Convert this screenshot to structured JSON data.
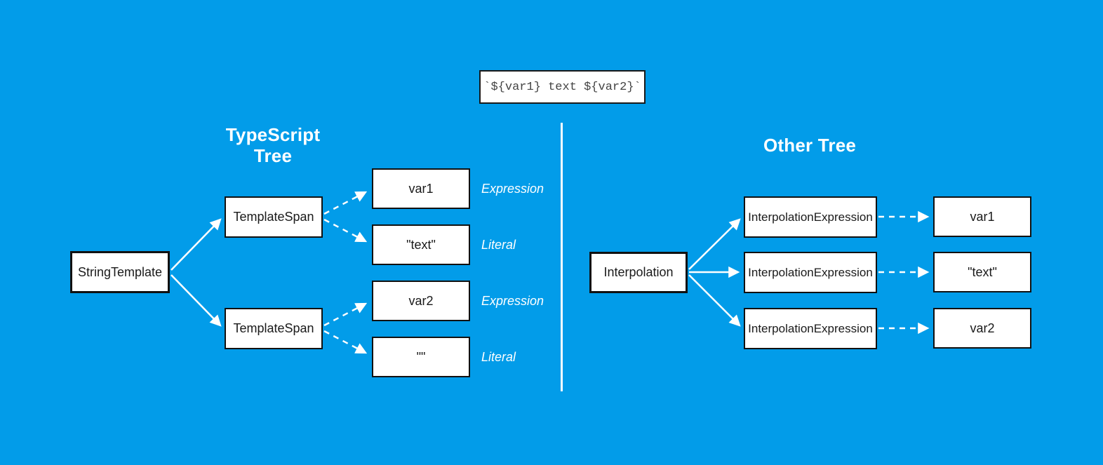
{
  "colors": {
    "background": "#029CE9",
    "node_fill": "#FFFFFF",
    "node_border": "#111111",
    "node_text": "#1A1A1A",
    "connector": "#FFFFFF",
    "title_text": "#FFFFFF",
    "code_text": "#444444"
  },
  "code_snippet": "`${var1} text ${var2}`",
  "left_tree": {
    "title_line1": "TypeScript",
    "title_line2": "Tree",
    "root": "StringTemplate",
    "branches": [
      {
        "node": "TemplateSpan",
        "children": [
          {
            "value": "var1",
            "annotation": "Expression"
          },
          {
            "value": "\"text\"",
            "annotation": "Literal"
          }
        ]
      },
      {
        "node": "TemplateSpan",
        "children": [
          {
            "value": "var2",
            "annotation": "Expression"
          },
          {
            "value": "\"\"",
            "annotation": "Literal"
          }
        ]
      }
    ]
  },
  "right_tree": {
    "title": "Other Tree",
    "root": "Interpolation",
    "branches": [
      {
        "node": "InterpolationExpression",
        "child": "var1"
      },
      {
        "node": "InterpolationExpression",
        "child": "\"text\""
      },
      {
        "node": "InterpolationExpression",
        "child": "var2"
      }
    ]
  }
}
